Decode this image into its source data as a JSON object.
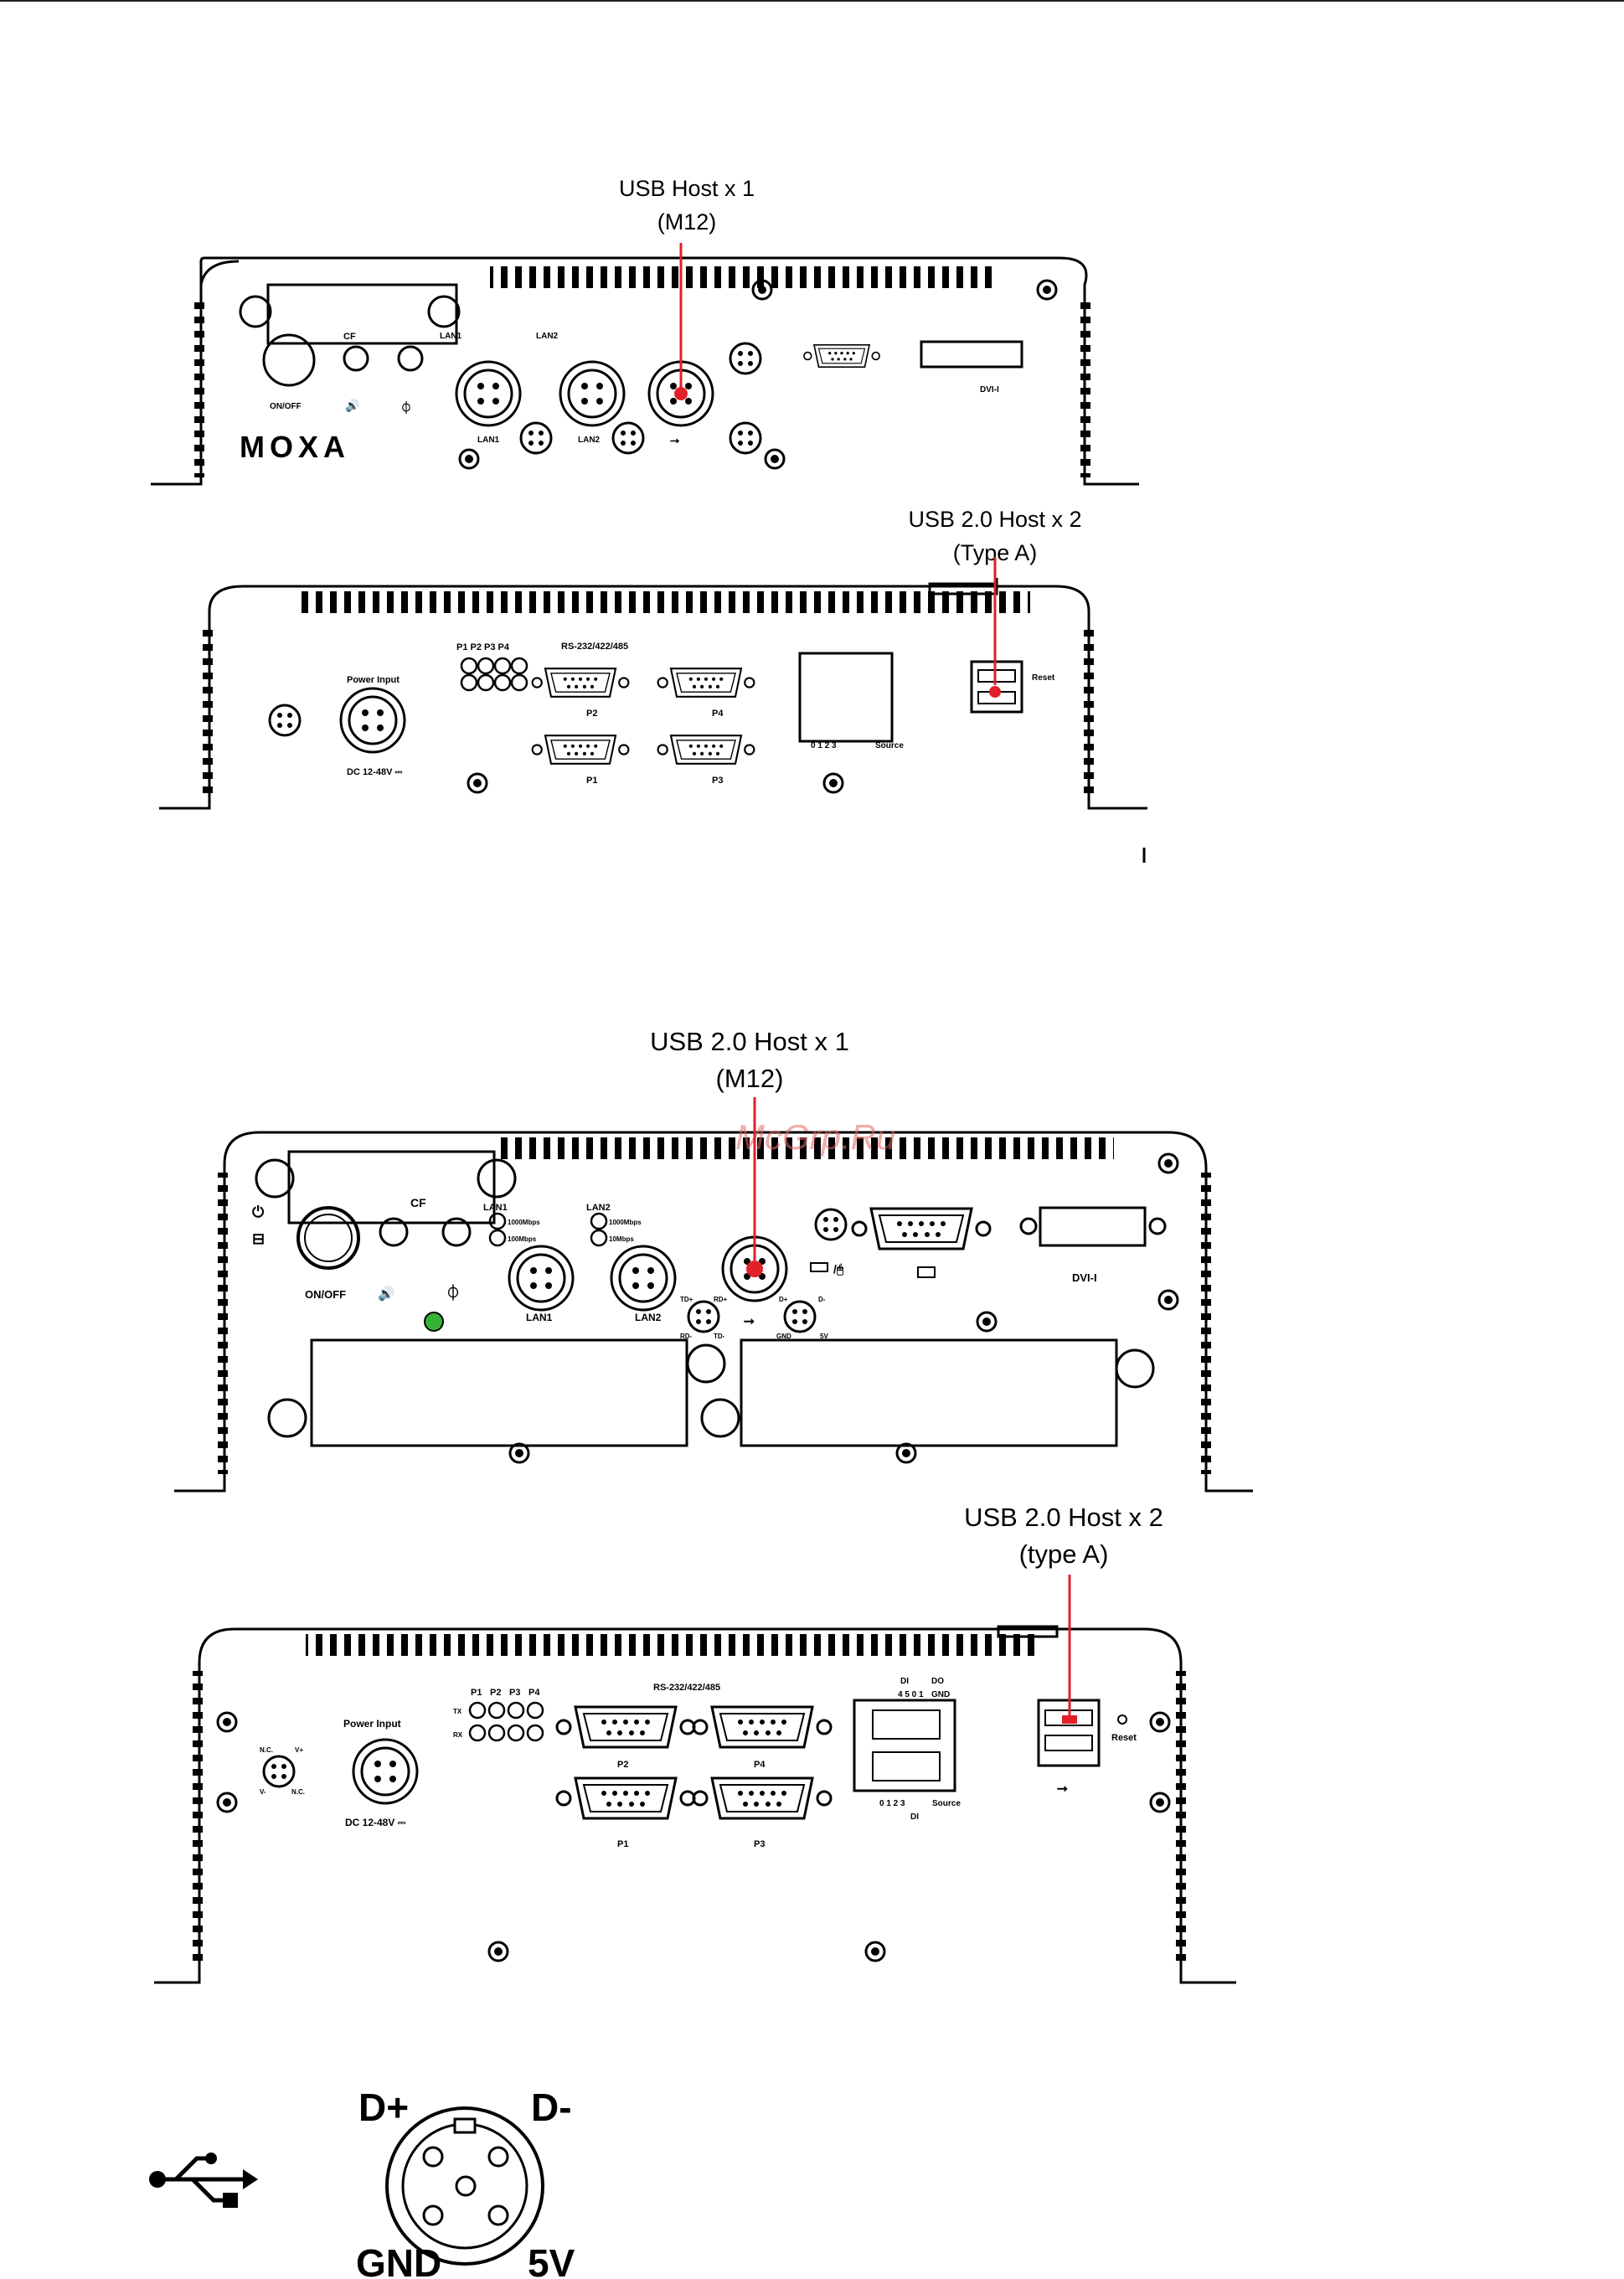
{
  "callouts": {
    "fig1_top": {
      "line1": "USB Host x 1",
      "line2": "(M12)"
    },
    "fig1_bottom": {
      "line1": "USB 2.0 Host x 2",
      "line2": "(Type A)"
    },
    "fig2_top": {
      "line1": "USB 2.0 Host x 1",
      "line2": "(M12)"
    },
    "fig2_bottom": {
      "line1": "USB 2.0 Host x 2",
      "line2": "(type A)"
    }
  },
  "front_panel": {
    "brand": "MOXA",
    "onoff": "ON/OFF",
    "cf": "CF",
    "lan1": "LAN1",
    "lan2": "LAN2",
    "speed_1000": "1000Mbps",
    "speed_100": "100Mbps",
    "speed_10": "10Mbps",
    "dvi": "DVI-I",
    "td_plus": "TD+",
    "td_minus": "TD-",
    "rd_plus": "RD+",
    "rd_minus": "RD-",
    "d_plus": "D+",
    "d_minus": "D-",
    "gnd": "GND",
    "v5": "5V"
  },
  "rear_panel": {
    "power_input": "Power Input",
    "dc_rating": "DC 12-48V ⎓",
    "nc": "N.C.",
    "vplus": "V+",
    "vminus": "V-",
    "ports": [
      "P1",
      "P2",
      "P3",
      "P4"
    ],
    "tx": "TX",
    "rx": "RX",
    "serial": "RS-232/422/485",
    "di": "DI",
    "do": "DO",
    "gnd": "GND",
    "source": "Source",
    "di_top_pins": "4 5 0 1",
    "di_bottom_pins": "0 1 2 3",
    "reset": "Reset"
  },
  "watermark": "McGrp.Ru",
  "pinout": {
    "d_plus": "D+",
    "d_minus": "D-",
    "gnd": "GND",
    "v5": "5V"
  },
  "colors": {
    "accent": "#e0202a",
    "line": "#000000",
    "led_green": "#35b335"
  }
}
